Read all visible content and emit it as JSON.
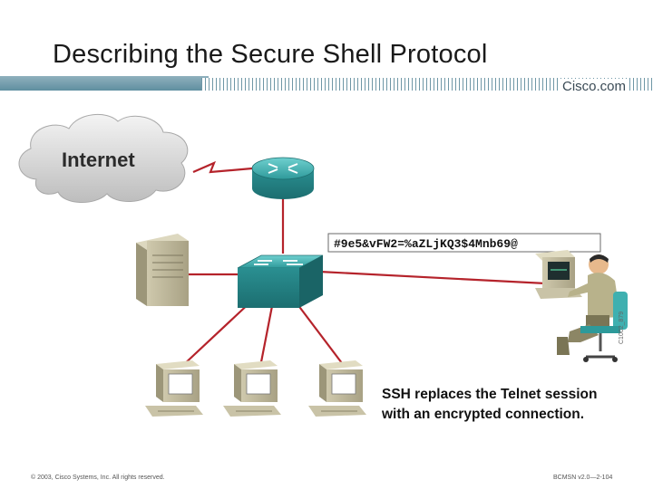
{
  "slide": {
    "title": "Describing the Secure Shell Protocol",
    "brand": "Cisco.com",
    "figure_id": "C1002_879",
    "footer_left": "© 2003, Cisco Systems, Inc. All rights reserved.",
    "footer_right": "BCMSN v2.0—2-104"
  },
  "diagram": {
    "cloud_label": "Internet",
    "encrypted_string": "#9e5&vFW2=%aZLjKQ3$4Mnb69@",
    "caption_line1": "SSH replaces the Telnet session",
    "caption_line2": "with an encrypted connection.",
    "colors": {
      "link": "#b5232b",
      "device": "#3aa6a6",
      "cloud": "#dcdcdc",
      "band": "#6f97a6"
    },
    "icons": [
      "internet-cloud-icon",
      "router-icon",
      "switch-icon",
      "server-icon",
      "pc-icon",
      "workstation-user-icon"
    ]
  }
}
